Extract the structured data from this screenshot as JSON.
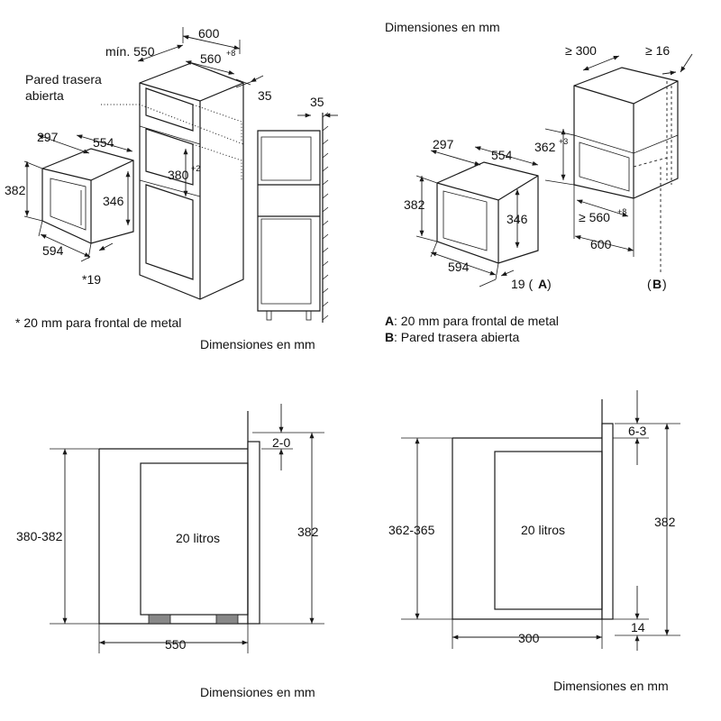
{
  "q1": {
    "d_600": "600",
    "d_min550": "mín. 550",
    "d_560": "560",
    "d_560_sup": "+8",
    "d_35a": "35",
    "d_35b": "35",
    "label_pared_1": "Pared trasera",
    "label_pared_2": "abierta",
    "d_297": "297",
    "d_554": "554",
    "d_382": "382",
    "d_346": "346",
    "d_594": "594",
    "d_19": "*19",
    "d_380": "380",
    "d_380_sup": "+2",
    "note": "* 20 mm para frontal de metal",
    "caption": "Dimensiones en mm"
  },
  "q2": {
    "caption": "Dimensiones en mm",
    "d_300": "≥ 300",
    "d_16": "≥ 16",
    "d_297": "297",
    "d_554": "554",
    "d_362": "362",
    "d_362_sup": "+3",
    "d_382": "382",
    "d_346": "346",
    "d_560": "≥ 560",
    "d_560_sup": "+8",
    "d_600": "600",
    "d_594": "594",
    "d_19": "19 (",
    "tag_a": "A",
    "tag_close": ")",
    "tag_b_open": "(",
    "tag_b": "B",
    "tag_b_close": ")",
    "legend_a_key": "A",
    "legend_a_text": ": 20 mm para frontal de metal",
    "legend_b_key": "B",
    "legend_b_text": ": Pared trasera abierta"
  },
  "q3": {
    "d_380_382": "380-382",
    "volume": "20 litros",
    "d_2_0": "2-0",
    "d_382": "382",
    "d_550": "550",
    "caption": "Dimensiones en mm"
  },
  "q4": {
    "d_362_365": "362-365",
    "volume": "20 litros",
    "d_6_3": "6-3",
    "d_382": "382",
    "d_300": "300",
    "d_14": "14",
    "caption": "Dimensiones en mm"
  }
}
